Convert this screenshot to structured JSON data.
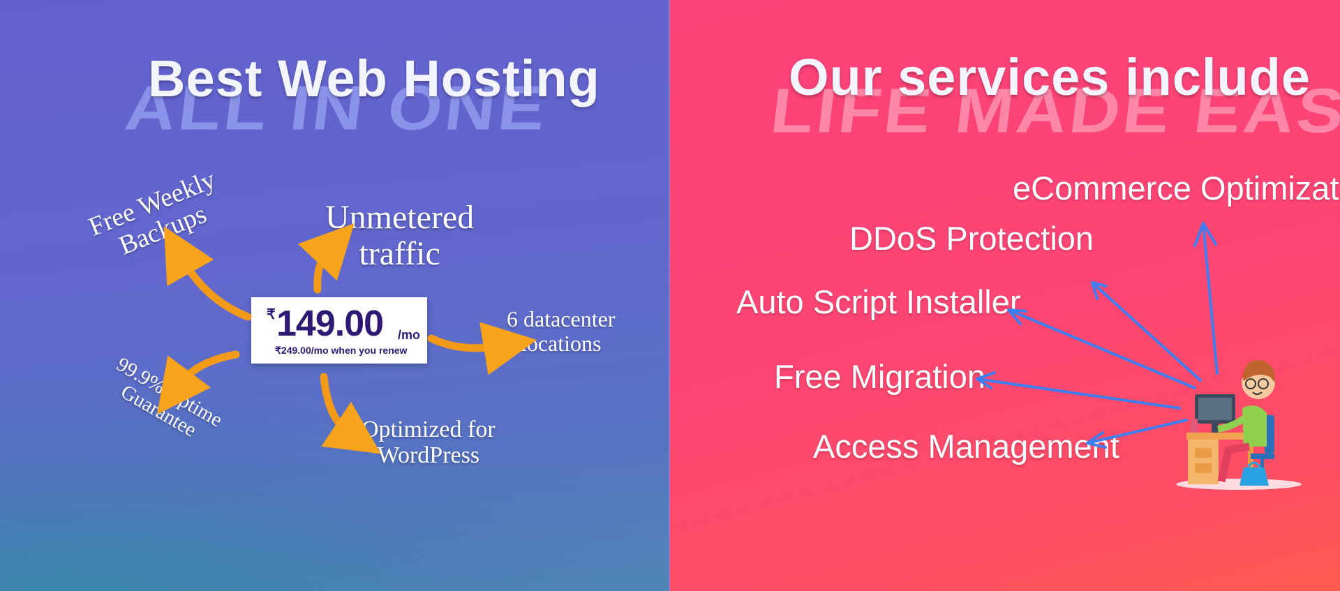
{
  "left_panel": {
    "headline": "Best Web Hosting",
    "watermark": "ALL IN ONE",
    "features": [
      {
        "line1": "Free Weekly",
        "line2": "Backups"
      },
      {
        "line1": "Unmetered",
        "line2": "traffic"
      },
      {
        "line1": "6 datacenter",
        "line2": "locations"
      },
      {
        "line1": "99.9% Uptime",
        "line2": "Guarantee"
      },
      {
        "line1": "Optimized for",
        "line2": "WordPress"
      }
    ],
    "price": {
      "currency": "₹",
      "amount": "149.00",
      "period": "/mo",
      "renewal": "₹249.00/mo when you renew"
    }
  },
  "right_panel": {
    "headline": "Our services include",
    "watermark": "LIFE MADE EASY",
    "services": [
      "eCommerce Optimization",
      "DDoS Protection",
      "Auto Script Installer",
      "Free Migration",
      "Access Management"
    ]
  },
  "colors": {
    "left_background": "#6461cf",
    "right_background": "#fd4574",
    "arrow_orange": "#f7a31c",
    "arrow_blue": "#3f7ef0",
    "price_text": "#2d1a75"
  },
  "icons": {
    "illustration": "person-at-computer-desk-icon"
  }
}
